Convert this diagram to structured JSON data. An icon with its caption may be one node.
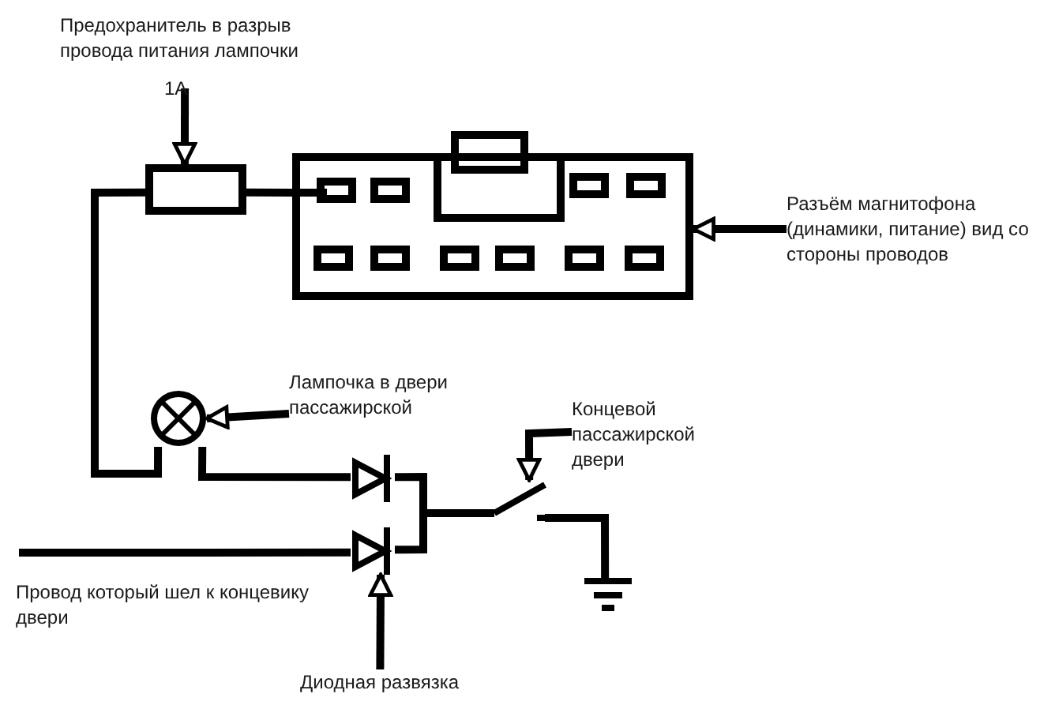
{
  "diagram": {
    "nodes": [
      {
        "text": [
          "Предохранитель в разрыв провода питания лампочки"
        ]
      },
      {
        "text": [],
        "shape": "box"
      },
      {
        "text": [],
        "shape": "box"
      },
      {
        "text": [
          "Разъём магнитофона (динамики, питание) вид со стороны проводов"
        ]
      },
      {
        "text": [],
        "shape": "circle"
      },
      {
        "text": [
          "Лампочка в двери пассажирской"
        ]
      },
      {
        "text": [
          "Концевой пассажирской двери"
        ]
      },
      {
        "text": [],
        "shape": "triangle"
      },
      {
        "text": [],
        "shape": "triangle"
      },
      {
        "text": [],
        "shape": "switch"
      },
      {
        "text": [],
        "shape": "ground"
      },
      {
        "text": [
          "Диодная развязка"
        ]
      }
    ],
    "edges": [
      {
        "from": 0,
        "to": 1,
        "arrow": "to"
      },
      {
        "from": 3,
        "to": 2,
        "arrow": "to"
      },
      {
        "from": 5,
        "to": 4,
        "arrow": "to"
      },
      {
        "from": 6,
        "to": 9,
        "arrow": "to"
      },
      {
        "from": 11,
        "to": 8,
        "arrow": "to"
      },
      {
        "from": 1,
        "to": 2,
        "arrow": "none"
      },
      {
        "from": 1,
        "to": 4,
        "arrow": "none"
      },
      {
        "from": 4,
        "to": 7,
        "arrow": "none"
      },
      {
        "from": 7,
        "to": 9,
        "arrow": "none"
      },
      {
        "from": 8,
        "to": 9,
        "arrow": "none"
      },
      {
        "from": 9,
        "to": 10,
        "arrow": "none"
      },
      {
        "from": null,
        "to": 8,
        "arrow": "none"
      }
    ],
    "labels": [
      "1A",
      "Провод который шел к концевику двери"
    ]
  }
}
